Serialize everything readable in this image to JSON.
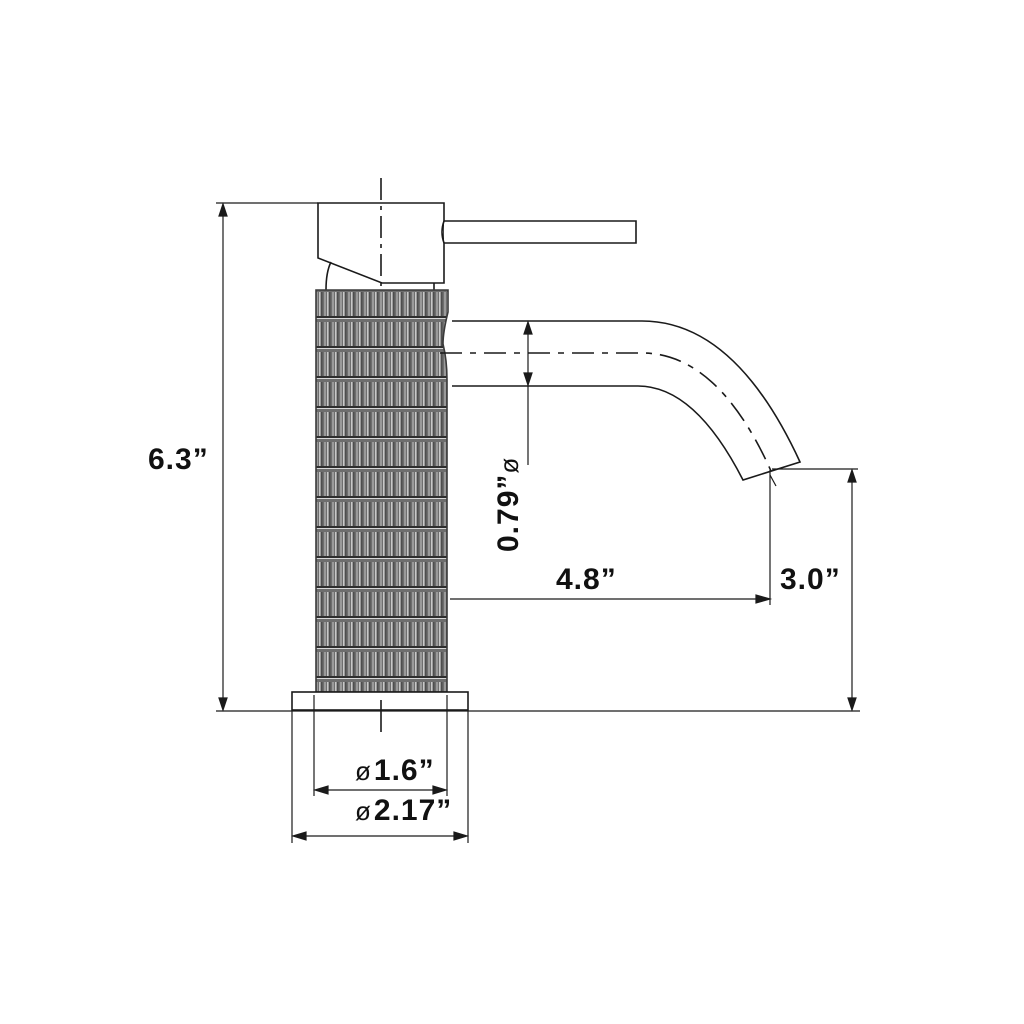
{
  "diagram": {
    "subject": "single-handle bathroom faucet side elevation with knurled body",
    "colors": {
      "line": "#1a1a1a",
      "knurl_dark": "#5a5a5a",
      "knurl_mid": "#8a8a8a",
      "knurl_light": "#cfcfcf",
      "background": "#ffffff"
    },
    "components": [
      {
        "id": "handle-lever",
        "label": "lever handle"
      },
      {
        "id": "handle-cap",
        "label": "handle cap"
      },
      {
        "id": "knurled-body",
        "label": "knurled body"
      },
      {
        "id": "spout",
        "label": "curved spout"
      },
      {
        "id": "base-plate",
        "label": "base plate"
      }
    ],
    "dimensions": {
      "overall_height": {
        "value": "6.3”"
      },
      "spout_diameter": {
        "value": "0.79”",
        "symbol": "ø"
      },
      "spout_reach": {
        "value": "4.8”"
      },
      "spout_clearance": {
        "value": "3.0”"
      },
      "body_diameter": {
        "value": "1.6”",
        "symbol": "ø"
      },
      "base_diameter": {
        "value": "2.17”",
        "symbol": "ø"
      }
    }
  }
}
